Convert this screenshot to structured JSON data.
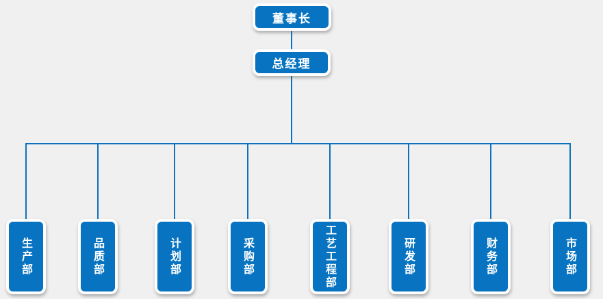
{
  "diagram": {
    "type": "org_chart",
    "colors": {
      "background": "#F0F0F0",
      "node_fill": "#0773C1",
      "node_border": "#FFFFFF",
      "connector": "#0C72BD",
      "text": "#FFFFFF"
    },
    "root": {
      "label": "董事长"
    },
    "manager": {
      "label": "总经理"
    },
    "departments": [
      {
        "label": "生产部"
      },
      {
        "label": "品质部"
      },
      {
        "label": "计划部"
      },
      {
        "label": "采购部"
      },
      {
        "label": "工艺工程部"
      },
      {
        "label": "研发部"
      },
      {
        "label": "财务部"
      },
      {
        "label": "市场部"
      }
    ]
  }
}
